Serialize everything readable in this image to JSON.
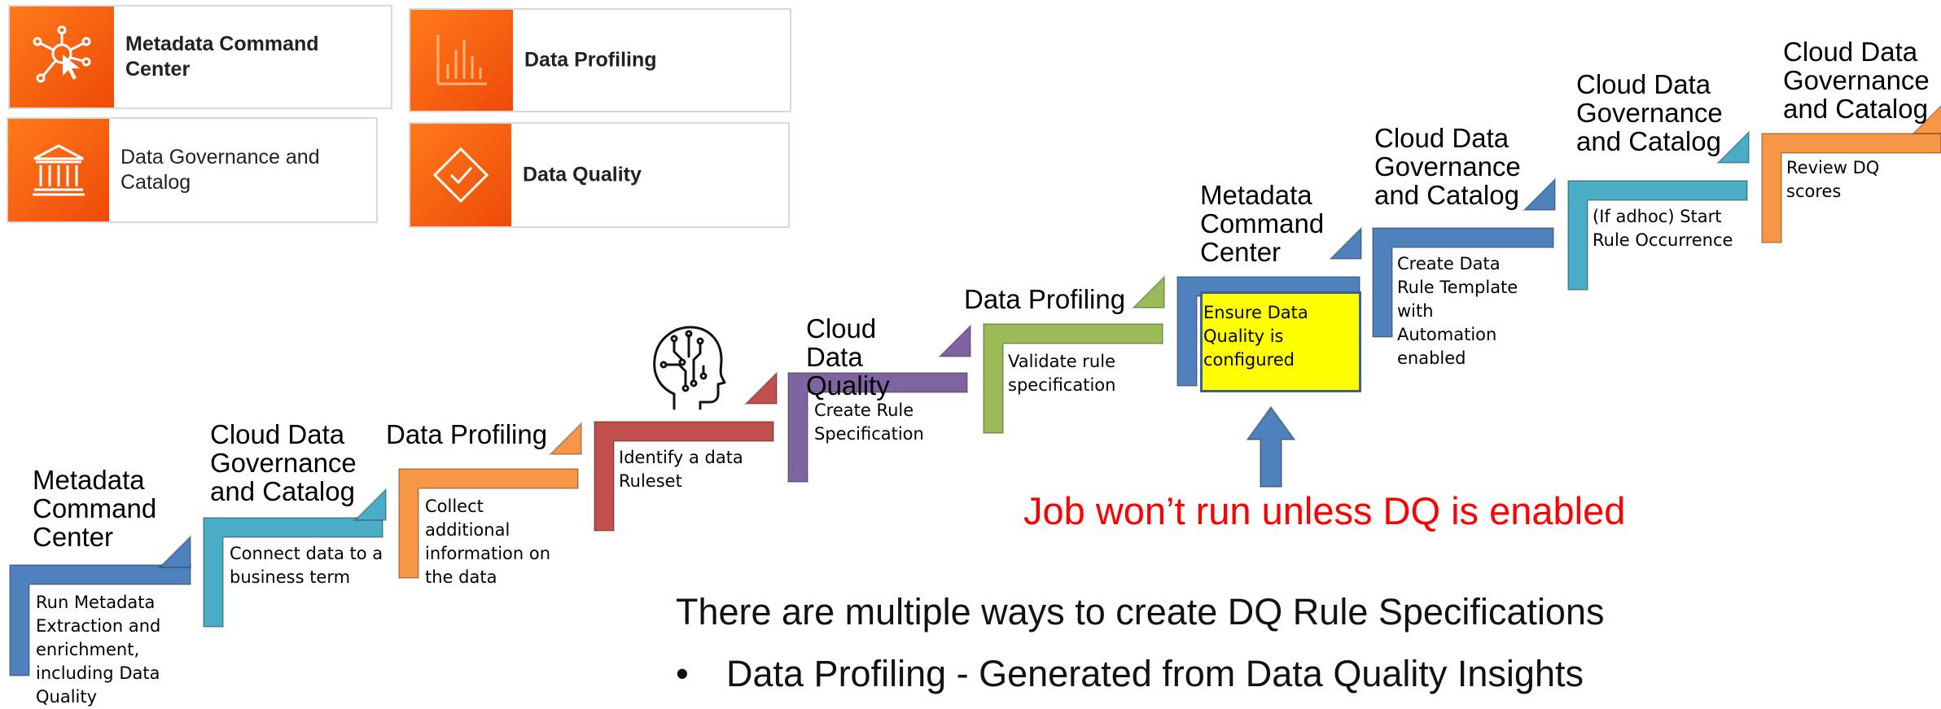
{
  "tiles": [
    {
      "label": "Metadata Command Center",
      "icon": "network-cursor-icon"
    },
    {
      "label": "Data Profiling",
      "icon": "bar-chart-icon"
    },
    {
      "label": "Data Governance and Catalog",
      "icon": "bank-building-icon"
    },
    {
      "label": "Data Quality",
      "icon": "diamond-check-icon"
    }
  ],
  "steps": [
    {
      "title": "Metadata Command Center",
      "desc": "Run Metadata Extraction and enrichment, including Data Quality",
      "color": "#4f81bd"
    },
    {
      "title": "Cloud Data Governance and Catalog",
      "desc": "Connect data to a business term",
      "color": "#4bacc6"
    },
    {
      "title": "Data Profiling",
      "desc": "Collect additional information on the data",
      "color": "#f79646"
    },
    {
      "title": "",
      "desc": "Identify a data Ruleset",
      "color": "#c0504d",
      "icon": "brain-circuit-icon"
    },
    {
      "title": "Cloud Data Quality",
      "desc": "Create Rule Specification",
      "color": "#8064a2"
    },
    {
      "title": "Data Profiling",
      "desc": "Validate rule specification",
      "color": "#9bbb59"
    },
    {
      "title": "Metadata Command Center",
      "desc": "Ensure Data Quality is configured",
      "color": "#4f81bd",
      "highlight": "#ffff00"
    },
    {
      "title": "Cloud Data Governance and Catalog",
      "desc": "Create Data Rule Template with Automation enabled",
      "color": "#4f81bd"
    },
    {
      "title": "Cloud Data Governance and Catalog",
      "desc": "(If adhoc) Start Rule Occurrence",
      "color": "#4bacc6"
    },
    {
      "title": "Cloud Data Governance and Catalog",
      "desc": "Review DQ scores",
      "color": "#f79646"
    }
  ],
  "warning": {
    "text": "Job won’t run unless DQ is enabled",
    "color": "#ff0000",
    "arrow_color": "#4f81bd"
  },
  "notes": {
    "heading": "There are multiple ways to create DQ Rule Specifications",
    "bullet_symbol": "•",
    "bullet": "Data Profiling - Generated from Data Quality Insights"
  }
}
